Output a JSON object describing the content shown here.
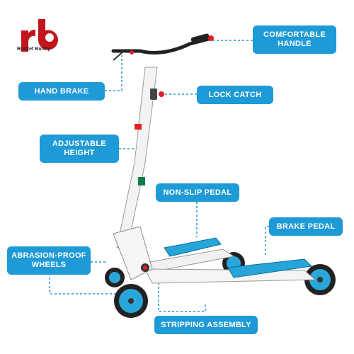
{
  "brand": {
    "monogram": "rb",
    "name": "Rocket Bunny",
    "accent": "#c2151d"
  },
  "colors": {
    "label_bg": "#1e9ad6",
    "leader": "#1e9ad6",
    "scooter_blue": "#27a4d8",
    "marker_red": "#e02020"
  },
  "labels": {
    "comfortable_handle": [
      "COMFORTABLE",
      "HANDLE"
    ],
    "hand_brake": "HAND BRAKE",
    "lock_catch": "LOCK CATCH",
    "adjustable_height": [
      "ADJUSTABLE",
      "HEIGHT"
    ],
    "non_slip_pedal": "NON-SLIP PEDAL",
    "brake_pedal": "BRAKE PEDAL",
    "abrasion_wheels": [
      "ABRASION-PROOF",
      "WHEELS"
    ],
    "stripping_assembly": "STRIPPING ASSEMBLY"
  }
}
